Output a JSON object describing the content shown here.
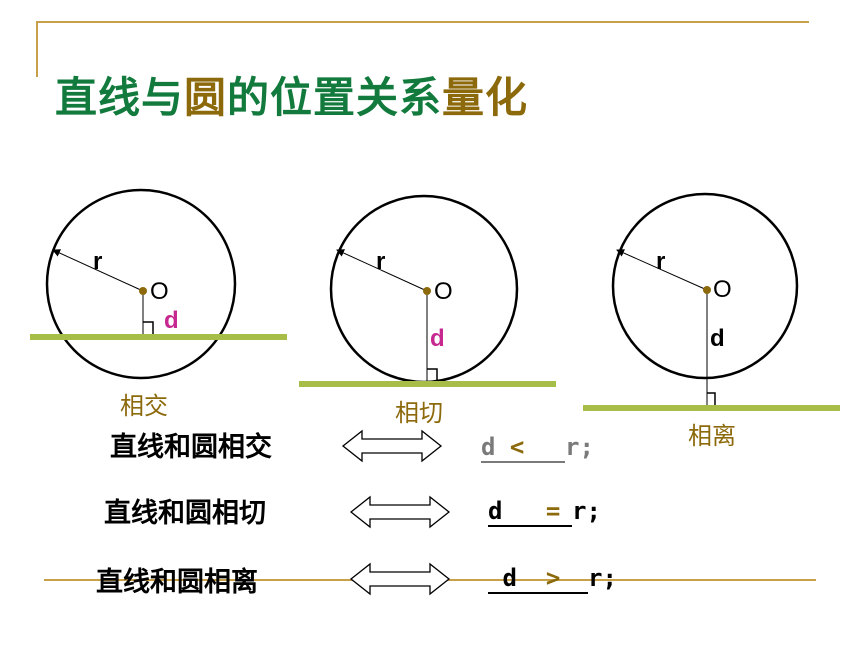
{
  "title": {
    "part1": "直线与",
    "part2": "圆",
    "part3": "的位置关系",
    "part4": "量化"
  },
  "diagrams": [
    {
      "radius_label": "r",
      "center_label": "O",
      "distance_label": "d",
      "case_label": "相交"
    },
    {
      "radius_label": "r",
      "center_label": "O",
      "distance_label": "d",
      "case_label": "相切"
    },
    {
      "radius_label": "r",
      "center_label": "O",
      "distance_label": "d",
      "case_label": "相离"
    }
  ],
  "relations": [
    {
      "text": "直线和圆相交",
      "d": "d",
      "symbol": "<",
      "r": "r",
      "end": ";"
    },
    {
      "text": "直线和圆相切",
      "d": "d",
      "symbol": "=",
      "r": "r",
      "end": ";"
    },
    {
      "text": "直线和圆相离",
      "d": "d",
      "symbol": ">",
      "r": "r",
      "end": ";"
    }
  ],
  "colors": {
    "title_green": "#127a3c",
    "title_gold": "#8c6a0c",
    "line_green": "#a6bd47",
    "accent_magenta": "#c7288f",
    "frame_gold": "#c9a04a"
  },
  "icons": [
    "double-arrow-icon"
  ]
}
